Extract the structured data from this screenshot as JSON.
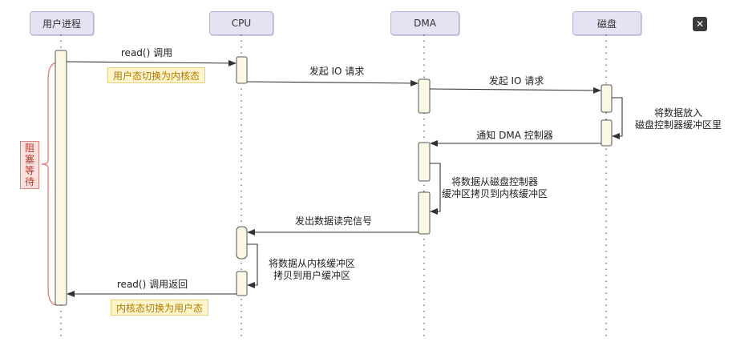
{
  "participants": [
    "用户进程",
    "CPU",
    "DMA",
    "磁盘"
  ],
  "messages": {
    "read_call": "read() 调用",
    "io_request_1": "发起 IO 请求",
    "io_request_2": "发起 IO 请求",
    "notify_dma": "通知 DMA 控制器",
    "data_ready": "发出数据读完信号",
    "read_return": "read() 调用返回"
  },
  "notes": {
    "switch_kernel": "用户态切换为内核态",
    "switch_user": "内核态切换为用户态",
    "blocked": [
      "阻",
      "塞",
      "等",
      "待"
    ]
  },
  "self_labels": {
    "disk_buffer": [
      "将数据放入",
      "磁盘控制器缓冲区里"
    ],
    "dma_copy": [
      "将数据从磁盘控制器",
      "缓冲区拷贝到内核缓冲区"
    ],
    "cpu_copy": [
      "将数据从内核缓冲区",
      "拷贝到用户缓冲区"
    ]
  },
  "colors": {
    "participant_fill": "#e6e2f4",
    "activation_fill": "#fbf8e6",
    "note_fill": "#fff5cc",
    "block_fill": "#fbe0de",
    "line": "#333333"
  },
  "icons": {
    "corner": "close-icon"
  }
}
